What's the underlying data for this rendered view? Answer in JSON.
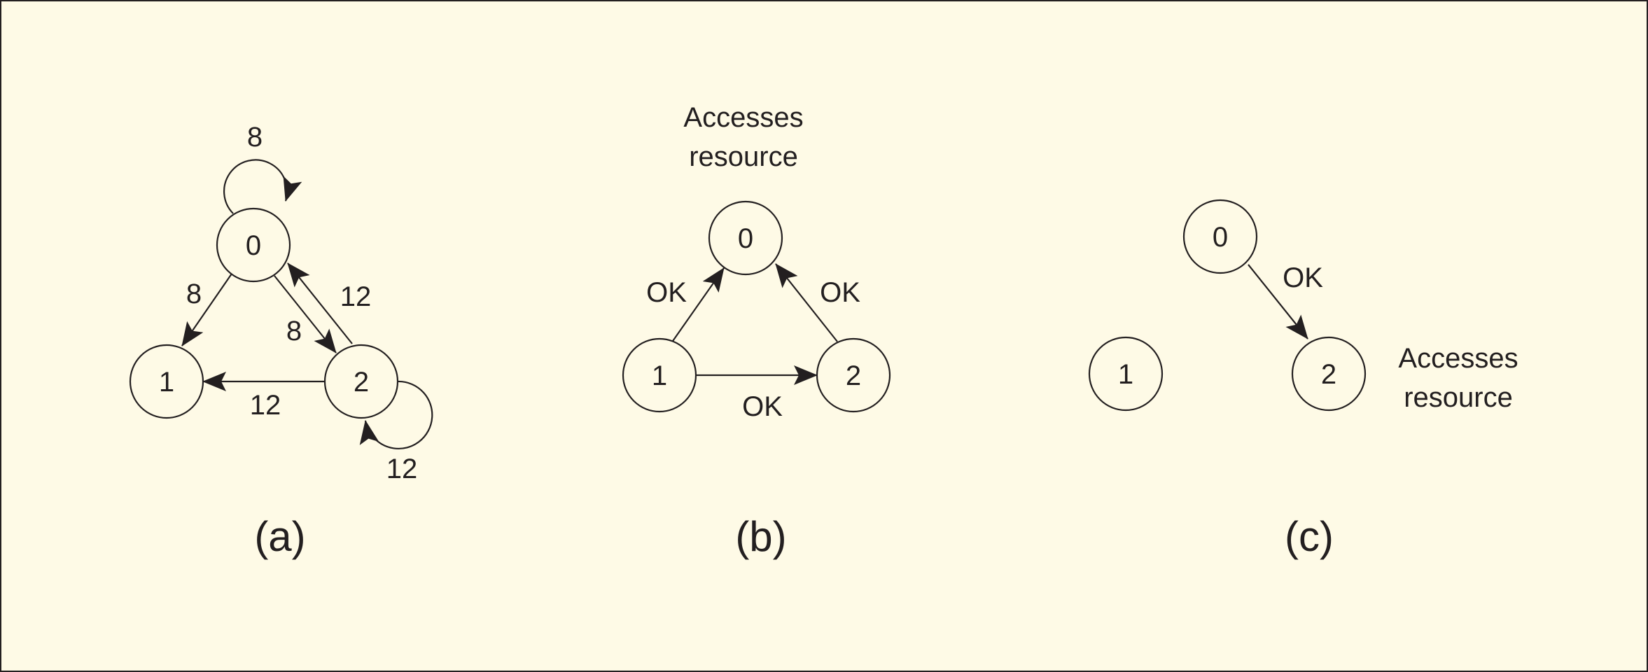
{
  "background": "#fefae6",
  "ink": "#231f20",
  "panels": [
    {
      "caption": "(a)",
      "nodes": [
        "0",
        "1",
        "2"
      ],
      "edge_labels": [
        "8",
        "8",
        "8",
        "12",
        "12",
        "12"
      ]
    },
    {
      "caption": "(b)",
      "note": "Accesses resource",
      "note_lines": [
        "Accesses",
        "resource"
      ],
      "nodes": [
        "0",
        "1",
        "2"
      ],
      "edge_labels": [
        "OK",
        "OK",
        "OK"
      ]
    },
    {
      "caption": "(c)",
      "note": "Accesses resource",
      "note_lines": [
        "Accesses",
        "resource"
      ],
      "nodes": [
        "0",
        "1",
        "2"
      ],
      "edge_labels": [
        "OK"
      ]
    }
  ]
}
